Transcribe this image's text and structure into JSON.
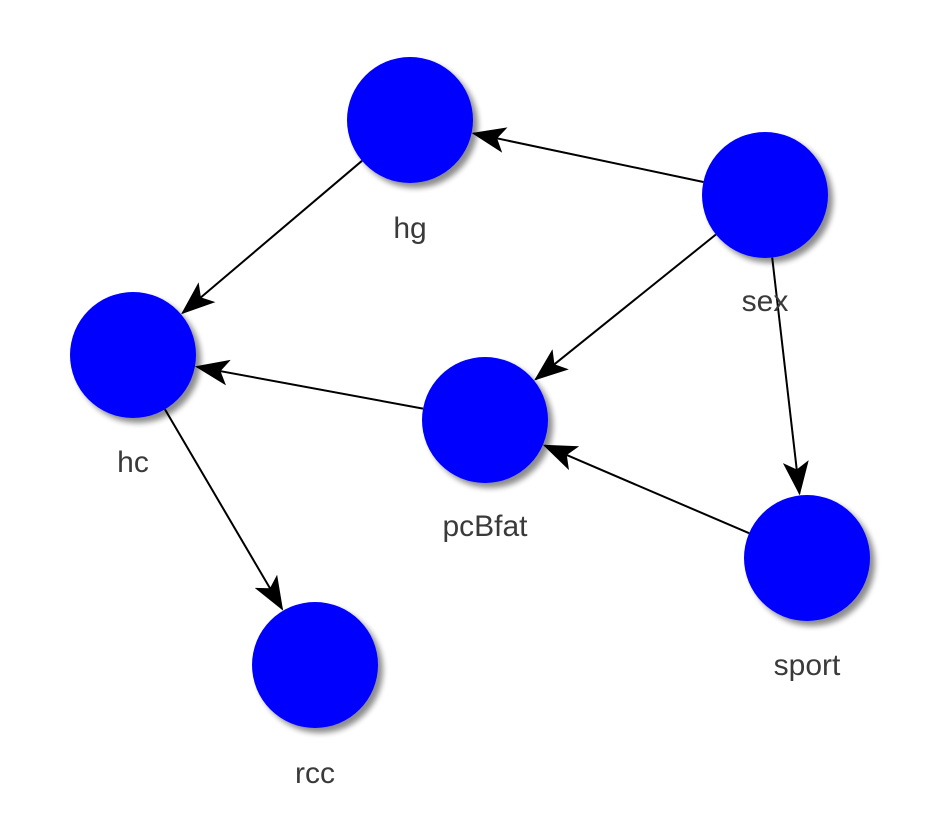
{
  "graph": {
    "node_color": "#0000ff",
    "edge_color": "#000000",
    "label_color": "#3a3a3a",
    "nodes": [
      {
        "id": "hg",
        "label": "hg"
      },
      {
        "id": "sex",
        "label": "sex"
      },
      {
        "id": "hc",
        "label": "hc"
      },
      {
        "id": "pcBfat",
        "label": "pcBfat"
      },
      {
        "id": "sport",
        "label": "sport"
      },
      {
        "id": "rcc",
        "label": "rcc"
      }
    ],
    "edges": [
      {
        "from": "sex",
        "to": "hg"
      },
      {
        "from": "hg",
        "to": "hc"
      },
      {
        "from": "sex",
        "to": "pcBfat"
      },
      {
        "from": "sex",
        "to": "sport"
      },
      {
        "from": "pcBfat",
        "to": "hc"
      },
      {
        "from": "sport",
        "to": "pcBfat"
      },
      {
        "from": "hc",
        "to": "rcc"
      }
    ]
  }
}
